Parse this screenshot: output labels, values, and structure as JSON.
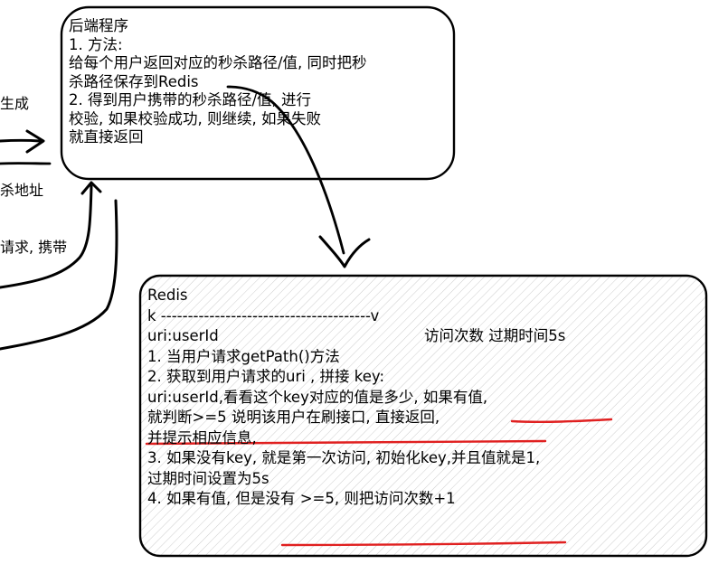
{
  "left_fragments": {
    "line1": "生成",
    "line2": "杀地址",
    "line3": "请求, 携带"
  },
  "backend_box": {
    "lines": [
      "后端程序",
      "1. 方法:",
      "给每个用户返回对应的秒杀路径/值, 同时把秒",
      "杀路径保存到Redis",
      "2. 得到用户携带的秒杀路径/值, 进行",
      "校验, 如果校验成功, 则继续, 如果失败",
      "就直接返回"
    ]
  },
  "redis_box": {
    "title": "Redis",
    "kv_line": "k ---------------------------------------v",
    "key_name": "uri:userId",
    "value_desc": "访问次数 过期时间5s",
    "lines": [
      "1. 当用户请求getPath()方法",
      "2. 获取到用户请求的uri , 拼接 key:",
      "uri:userId,看看这个key对应的值是多少, 如果有值,",
      "就判断>=5 说明该用户在刷接口, 直接返回,",
      "并提示相应信息,",
      "3. 如果没有key, 就是第一次访问, 初始化key,并且值就是1,",
      "过期时间设置为5s",
      "4. 如果有值, 但是没有 >=5, 则把访问次数+1"
    ]
  },
  "colors": {
    "ink": "#000000",
    "highlight": "#e02020",
    "hatch": "#c8c8c8"
  }
}
